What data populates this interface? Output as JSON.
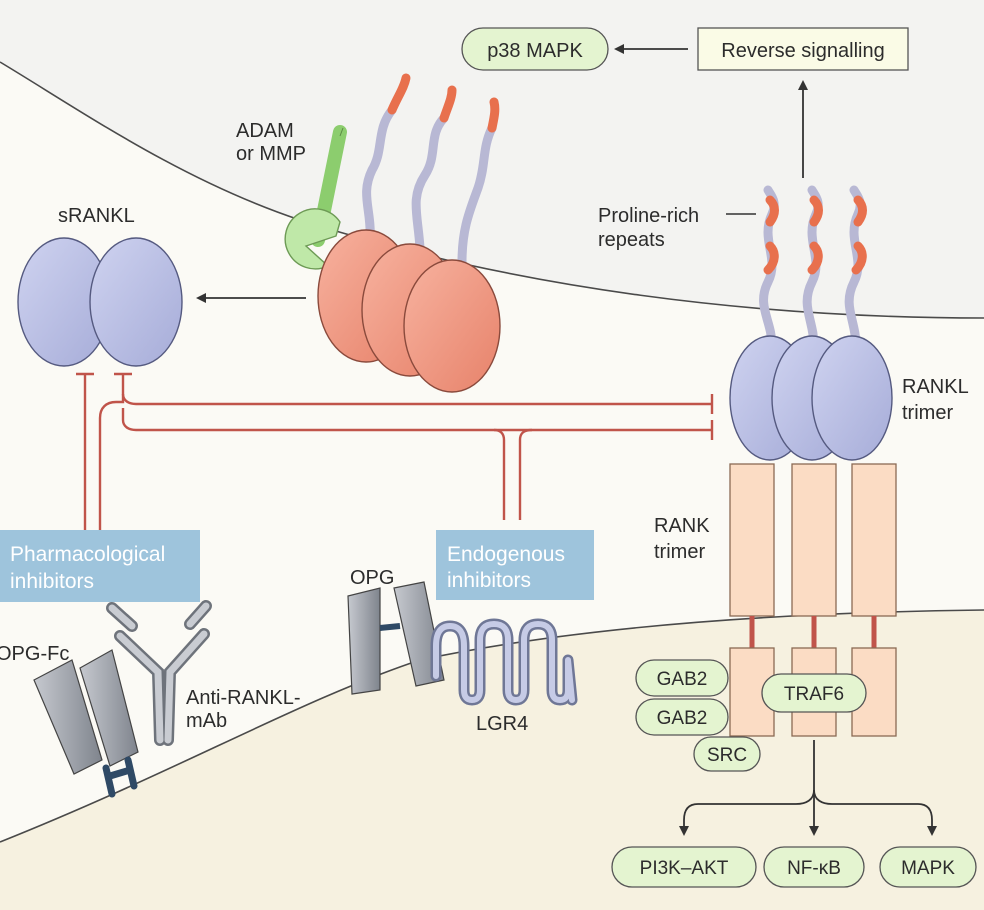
{
  "labels": {
    "p38": "p38 MAPK",
    "reverse": "Reverse signalling",
    "adam_line1": "ADAM",
    "adam_line2": "or MMP",
    "srankl": "sRANKL",
    "proline_line1": "Proline-rich",
    "proline_line2": "repeats",
    "rankl_trimer_line1": "RANKL",
    "rankl_trimer_line2": "trimer",
    "rank_trimer_line1": "RANK",
    "rank_trimer_line2": "trimer",
    "pharma_line1": "Pharmacological",
    "pharma_line2": "inhibitors",
    "endo_line1": "Endogenous",
    "endo_line2": "inhibitors",
    "opg": "OPG",
    "opg_fc": "OPG-Fc",
    "anti_line1": "Anti-RANKL-",
    "anti_line2": "mAb",
    "lgr4": "LGR4",
    "gab2_a": "GAB2",
    "gab2_b": "GAB2",
    "src": "SRC",
    "traf6": "TRAF6",
    "pi3k": "PI3K–AKT",
    "nfkb": "NF-κB",
    "mapk": "MAPK"
  },
  "colors": {
    "background": "#fbfaf5",
    "top_cell": "#f4f4f2",
    "bottom_cell": "#f6f2e3",
    "rankl_blue": "#b8bde2",
    "membrane_rankl_orange": "#f09a82",
    "adam_green": "#bfe8a8",
    "rank_peach": "#fbdcc4",
    "inhibitor_line_red": "#c0544a",
    "label_box_blue": "#9ec4dc",
    "pill_green": "#e4f4d0",
    "opg_grey": "#9a9ea6"
  }
}
